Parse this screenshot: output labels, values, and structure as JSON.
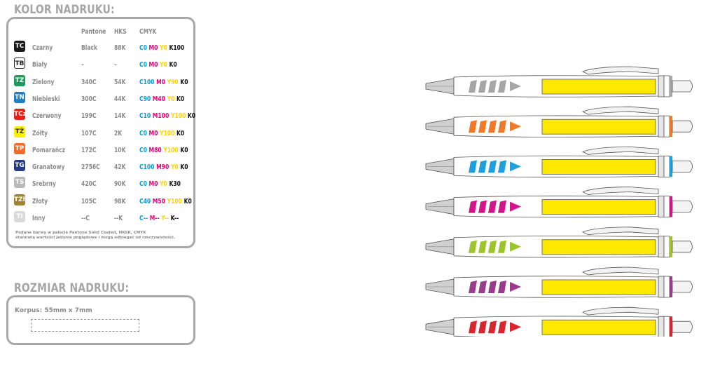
{
  "color_title": "KOLOR NADRUKU:",
  "size_title": "ROZMIAR NADRUKU:",
  "headers": {
    "pantone": "Pantone",
    "hks": "HKS",
    "cmyk": "CMYK"
  },
  "colors": [
    {
      "code": "TC",
      "name": "Czarny",
      "pantone": "Black",
      "hks": "88K",
      "badge": "#1a1a1a",
      "outline": false,
      "cmyk": [
        {
          "t": "C0",
          "c": "#00a0e0"
        },
        {
          "t": "M0",
          "c": "#e2007a"
        },
        {
          "t": "Y0",
          "c": "#ffd200"
        },
        {
          "t": "K100",
          "c": "#111111"
        }
      ]
    },
    {
      "code": "TB",
      "name": "Biały",
      "pantone": "–",
      "hks": "–",
      "badge": "#ffffff",
      "outline": true,
      "cmyk": [
        {
          "t": "C0",
          "c": "#00a0e0"
        },
        {
          "t": "M0",
          "c": "#e2007a"
        },
        {
          "t": "Y0",
          "c": "#ffd200"
        },
        {
          "t": "K0",
          "c": "#111111"
        }
      ]
    },
    {
      "code": "TZ",
      "name": "Zielony",
      "pantone": "340C",
      "hks": "54K",
      "badge": "#1c9c5a",
      "outline": false,
      "cmyk": [
        {
          "t": "C100",
          "c": "#00a0e0"
        },
        {
          "t": "M0",
          "c": "#e2007a"
        },
        {
          "t": "Y90",
          "c": "#ffd200"
        },
        {
          "t": "K0",
          "c": "#111111"
        }
      ]
    },
    {
      "code": "TN",
      "name": "Niebieski",
      "pantone": "300C",
      "hks": "44K",
      "badge": "#1f7fc4",
      "outline": false,
      "cmyk": [
        {
          "t": "C90",
          "c": "#00a0e0"
        },
        {
          "t": "M40",
          "c": "#e2007a"
        },
        {
          "t": "Y0",
          "c": "#ffd200"
        },
        {
          "t": "K0",
          "c": "#111111"
        }
      ]
    },
    {
      "code": "TCz",
      "name": "Czerwony",
      "pantone": "199C",
      "hks": "14K",
      "badge": "#e2231a",
      "outline": false,
      "cmyk": [
        {
          "t": "C10",
          "c": "#00a0e0"
        },
        {
          "t": "M100",
          "c": "#e2007a"
        },
        {
          "t": "Y100",
          "c": "#ffd200"
        },
        {
          "t": "K0",
          "c": "#111111"
        }
      ]
    },
    {
      "code": "TŻ",
      "name": "Żółty",
      "pantone": "107C",
      "hks": "2K",
      "badge": "#fff200",
      "outline": false,
      "dark_text": true,
      "cmyk": [
        {
          "t": "C0",
          "c": "#00a0e0"
        },
        {
          "t": "M0",
          "c": "#e2007a"
        },
        {
          "t": "Y100",
          "c": "#ffd200"
        },
        {
          "t": "K0",
          "c": "#111111"
        }
      ]
    },
    {
      "code": "TP",
      "name": "Pomarańcz",
      "pantone": "172C",
      "hks": "10K",
      "badge": "#f26a2a",
      "outline": false,
      "cmyk": [
        {
          "t": "C0",
          "c": "#00a0e0"
        },
        {
          "t": "M80",
          "c": "#e2007a"
        },
        {
          "t": "Y100",
          "c": "#ffd200"
        },
        {
          "t": "K0",
          "c": "#111111"
        }
      ]
    },
    {
      "code": "TG",
      "name": "Granatowy",
      "pantone": "2756C",
      "hks": "42K",
      "badge": "#243a85",
      "outline": false,
      "cmyk": [
        {
          "t": "C100",
          "c": "#00a0e0"
        },
        {
          "t": "M90",
          "c": "#e2007a"
        },
        {
          "t": "Y0",
          "c": "#ffd200"
        },
        {
          "t": "K0",
          "c": "#111111"
        }
      ]
    },
    {
      "code": "TS",
      "name": "Srebrny",
      "pantone": "420C",
      "hks": "90K",
      "badge": "#b9b9b9",
      "outline": false,
      "cmyk": [
        {
          "t": "C0",
          "c": "#00a0e0"
        },
        {
          "t": "M0",
          "c": "#e2007a"
        },
        {
          "t": "Y0",
          "c": "#ffd200"
        },
        {
          "t": "K30",
          "c": "#111111"
        }
      ]
    },
    {
      "code": "TZł",
      "name": "Złoty",
      "pantone": "105C",
      "hks": "98K",
      "badge": "#a08232",
      "outline": false,
      "cmyk": [
        {
          "t": "C40",
          "c": "#00a0e0"
        },
        {
          "t": "M50",
          "c": "#e2007a"
        },
        {
          "t": "Y100",
          "c": "#ffd200"
        },
        {
          "t": "K0",
          "c": "#111111"
        }
      ]
    },
    {
      "code": "TI",
      "name": "Inny",
      "pantone": "--C",
      "hks": "--K",
      "badge": "#d9d9d9",
      "outline": false,
      "cmyk": [
        {
          "t": "C--",
          "c": "#00a0e0"
        },
        {
          "t": "M--",
          "c": "#e2007a"
        },
        {
          "t": "Y--",
          "c": "#ffd200"
        },
        {
          "t": "K--",
          "c": "#111111"
        }
      ]
    }
  ],
  "note_line1": "Podane barwy w palecie Pantone Solid Coated, HKSK, CMYK",
  "note_line2": "stanowią wartości jedynie poglądowe i mogą odbiegać od rzeczywistości.",
  "size_label": "Korpus:  55mm x 7mm",
  "pen_variants": [
    {
      "name": "grey",
      "accent": "#a6a6a6"
    },
    {
      "name": "orange",
      "accent": "#ee7a2b"
    },
    {
      "name": "blue",
      "accent": "#1fa0dc"
    },
    {
      "name": "magenta",
      "accent": "#d4148a"
    },
    {
      "name": "lime",
      "accent": "#9cc42c"
    },
    {
      "name": "purple",
      "accent": "#9a3c8c"
    },
    {
      "name": "red",
      "accent": "#d8262e"
    }
  ],
  "print_area_color": "#ffe800"
}
